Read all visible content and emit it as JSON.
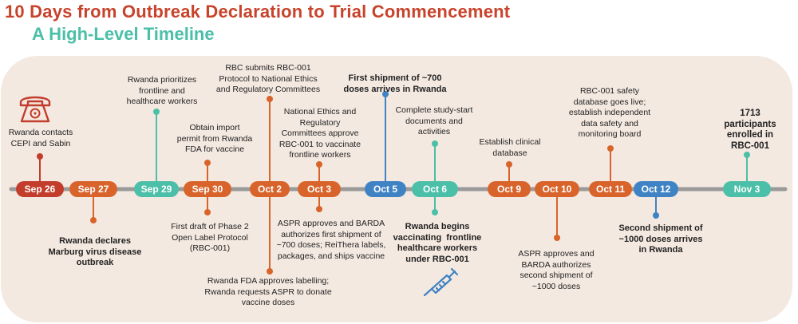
{
  "header": {
    "title": "10 Days from Outbreak Declaration to Trial Commencement",
    "subtitle": "A High-Level Timeline"
  },
  "colors": {
    "title": "#c8432b",
    "subtitle": "#4bbfa8",
    "red": "#c23d2c",
    "orange": "#d8642b",
    "teal": "#4bbfa8",
    "blue": "#3f83c4",
    "track": "#9a9a9a",
    "panel": "#f4e9e1"
  },
  "dates": [
    {
      "label": "Sep 26",
      "color": "red"
    },
    {
      "label": "Sep 27",
      "color": "orange"
    },
    {
      "label": "Sep 29",
      "color": "teal"
    },
    {
      "label": "Sep 30",
      "color": "orange"
    },
    {
      "label": "Oct 2",
      "color": "orange"
    },
    {
      "label": "Oct 3",
      "color": "orange"
    },
    {
      "label": "Oct 5",
      "color": "blue"
    },
    {
      "label": "Oct 6",
      "color": "teal"
    },
    {
      "label": "Oct 9",
      "color": "orange"
    },
    {
      "label": "Oct 10",
      "color": "orange"
    },
    {
      "label": "Oct 11",
      "color": "orange"
    },
    {
      "label": "Oct 12",
      "color": "blue"
    },
    {
      "label": "Nov 3",
      "color": "teal"
    }
  ],
  "events": {
    "sep26": "Rwanda contacts\nCEPI and Sabin",
    "sep27": "Rwanda declares\nMarburg virus disease\noutbreak",
    "sep29": "Rwanda prioritizes\nfrontline and\nhealthcare workers",
    "sep30_top": "Obtain import\npermit from Rwanda\nFDA for vaccine",
    "sep30_bottom": "First draft of Phase 2\nOpen Label Protocol\n(RBC-001)",
    "oct2_top": "RBC submits RBC-001\nProtocol to National Ethics\nand Regulatory Committees",
    "oct2_bottom": "Rwanda FDA approves labelling;\nRwanda requests ASPR to donate\nvaccine doses",
    "oct3_top": "National Ethics and\nRegulatory\nCommittees approve\nRBC-001 to vaccinate\nfrontline workers",
    "oct3_bottom": "ASPR approves and BARDA\nauthorizes first shipment of\n~700 doses; ReiThera labels,\npackages, and ships vaccine",
    "oct5": "First shipment of ~700\ndoses arrives in Rwanda",
    "oct6_top": "Complete study-start\ndocuments and\nactivities",
    "oct6_bottom": "Rwanda begins\nvaccinating  frontline\nhealthcare workers\nunder RBC-001",
    "oct9": "Establish clinical\ndatabase",
    "oct10": "ASPR approves and\nBARDA authorizes\nsecond shipment of\n~1000 doses",
    "oct11": "RBC-001 safety\ndatabase goes live;\nestablish independent\ndata safety and\nmonitoring board",
    "oct12": "Second shipment of\n~1000 doses arrives\nin Rwanda",
    "nov3": "1713\nparticipants\nenrolled in\nRBC-001"
  }
}
